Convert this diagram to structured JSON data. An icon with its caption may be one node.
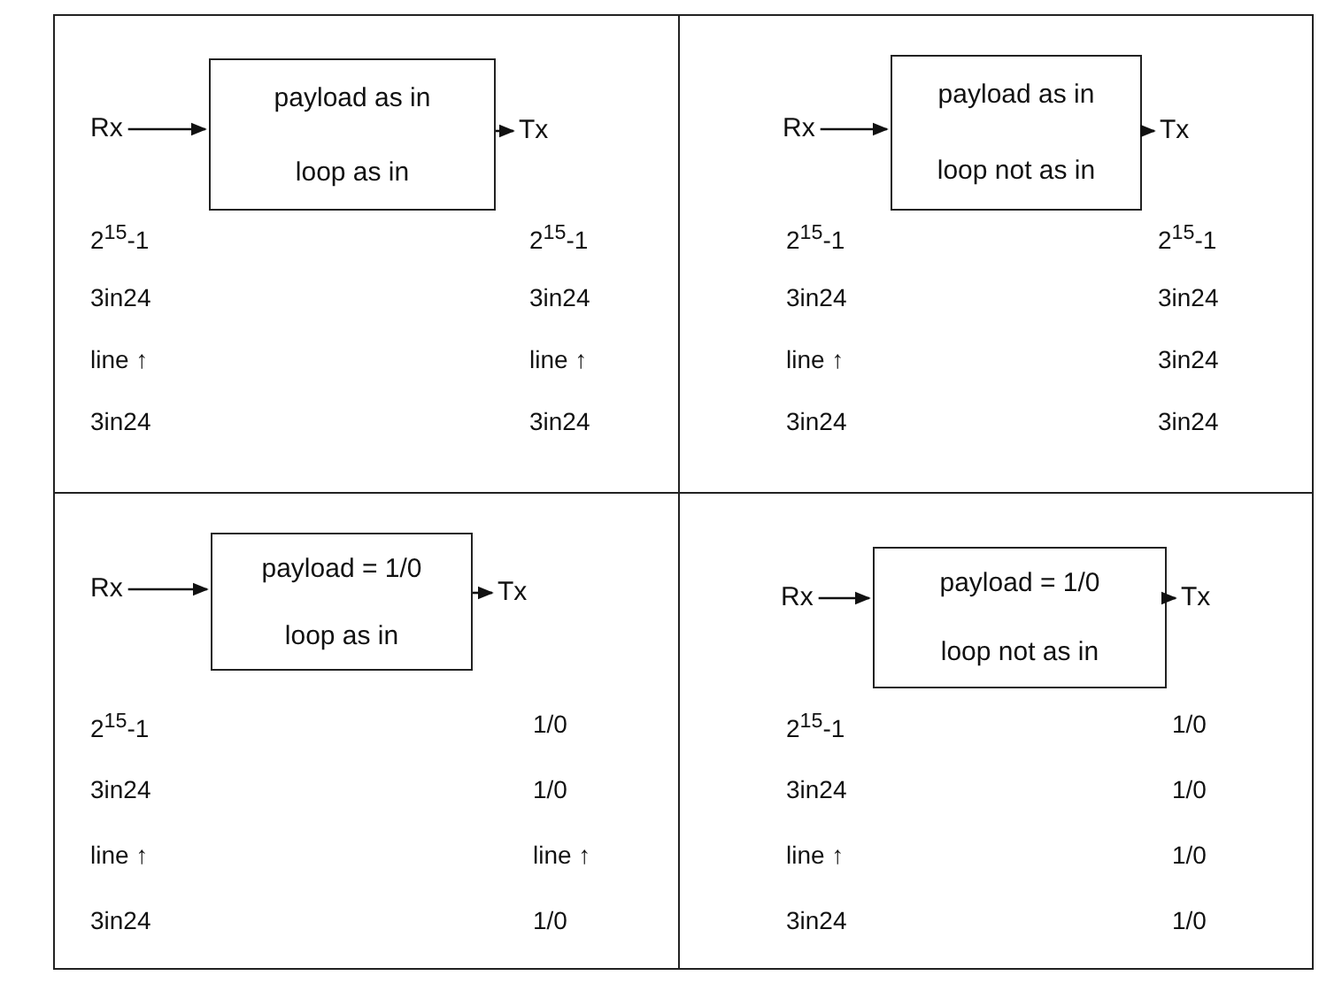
{
  "diagram": {
    "nodes": [
      {
        "text": [],
        "shape": "box"
      },
      {
        "text": [
          "Rx"
        ],
        "in": 0
      },
      {
        "text": [
          "payload as in",
          "loop as in"
        ],
        "in": 0
      },
      {
        "text": [
          "Tx"
        ],
        "in": 0
      },
      {
        "text": [],
        "shape": "box"
      },
      {
        "text": [
          "Rx"
        ],
        "in": 4
      },
      {
        "text": [
          "payload as in",
          "loop not as in"
        ],
        "in": 4
      },
      {
        "text": [
          "Tx"
        ],
        "in": 4
      },
      {
        "text": [],
        "shape": "box"
      },
      {
        "text": [
          "Rx"
        ],
        "in": 8
      },
      {
        "text": [
          "payload = 1/0",
          "loop as in"
        ],
        "in": 8
      },
      {
        "text": [
          "Tx"
        ],
        "in": 8
      },
      {
        "text": [],
        "shape": "box"
      },
      {
        "text": [
          "Rx"
        ],
        "in": 12
      },
      {
        "text": [
          "payload = 1/0",
          "loop not as in"
        ],
        "in": 12
      },
      {
        "text": [
          "Tx"
        ],
        "in": 12
      }
    ],
    "edges": [
      {
        "from": 1,
        "to": 2,
        "arrow": "to"
      },
      {
        "from": 2,
        "to": 3,
        "arrow": "to"
      },
      {
        "from": 5,
        "to": 6,
        "arrow": "to"
      },
      {
        "from": 6,
        "to": 7,
        "arrow": "to"
      },
      {
        "from": 9,
        "to": 10,
        "arrow": "to"
      },
      {
        "from": 10,
        "to": 11,
        "arrow": "to"
      },
      {
        "from": 13,
        "to": 14,
        "arrow": "to"
      },
      {
        "from": 14,
        "to": 15,
        "arrow": "to"
      }
    ],
    "labels": [
      "2$^{15}$-1",
      "2$^{15}$-1",
      "3in24",
      "3in24",
      "line ↑",
      "line ↑",
      "3in24",
      "3in24",
      "2$^{15}$-1",
      "2$^{15}$-1",
      "3in24",
      "3in24",
      "line ↑",
      "3in24",
      "3in24",
      "3in24",
      "2$^{15}$-1",
      "1/0",
      "3in24",
      "1/0",
      "line ↑",
      "line ↑",
      "3in24",
      "1/0",
      "2$^{15}$-1",
      "1/0",
      "3in24",
      "1/0",
      "line ↑",
      "1/0",
      "3in24",
      "1/0"
    ]
  }
}
